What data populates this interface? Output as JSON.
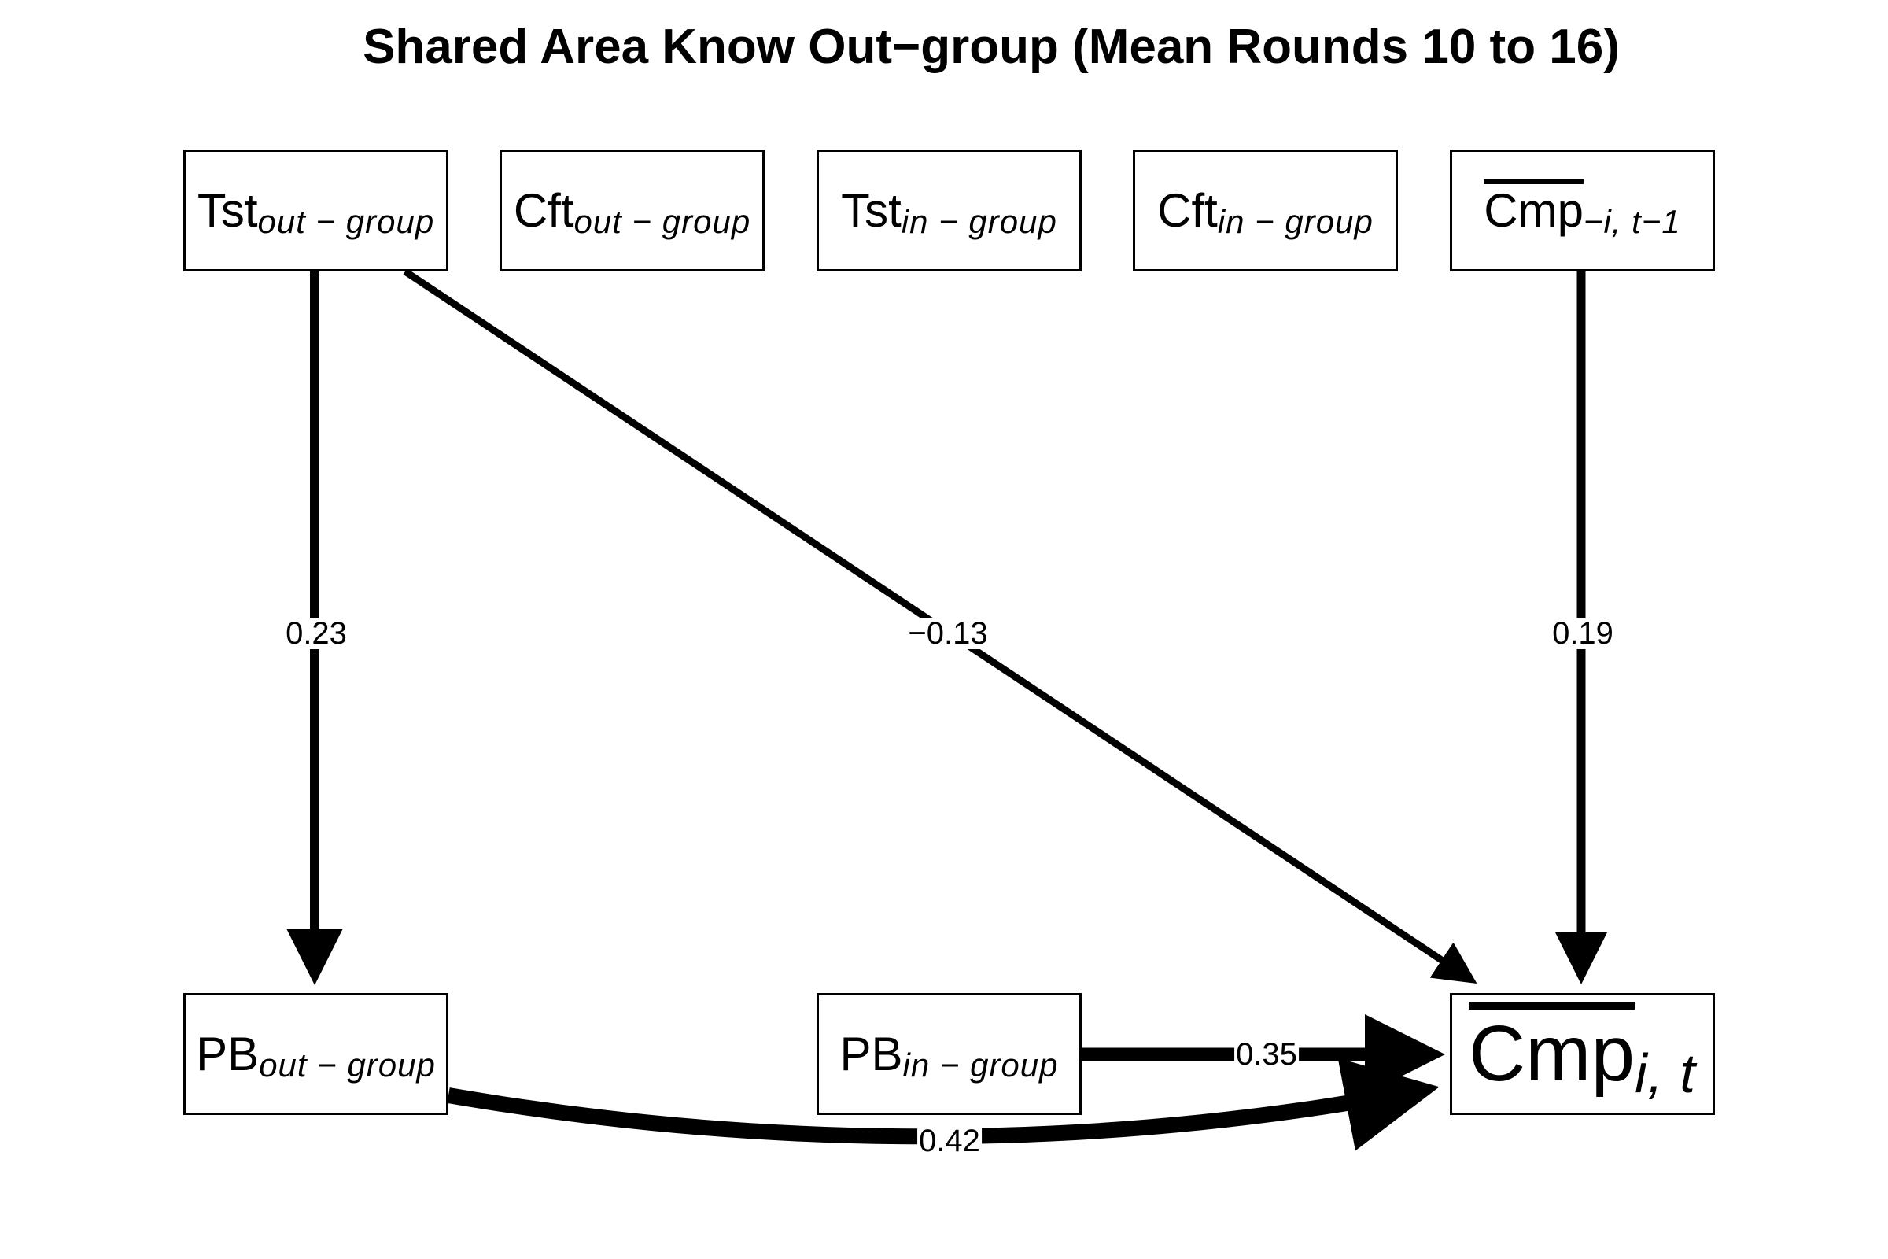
{
  "title": "Shared Area Know Out−group (Mean Rounds 10 to 16)",
  "nodes": {
    "tst_out": {
      "main": "Tst",
      "sub": "out − group"
    },
    "cft_out": {
      "main": "Cft",
      "sub": "out − group"
    },
    "tst_in": {
      "main": "Tst",
      "sub": "in − group"
    },
    "cft_in": {
      "main": "Cft",
      "sub": "in − group"
    },
    "cmp_lag": {
      "main": "Cmp",
      "sub": "−i, t−1"
    },
    "pb_out": {
      "main": "PB",
      "sub": "out − group"
    },
    "pb_in": {
      "main": "PB",
      "sub": "in − group"
    },
    "cmp_it": {
      "main": "Cmp",
      "sub": "i, t"
    }
  },
  "edges": [
    {
      "from": "tst_out",
      "to": "pb_out",
      "label": "0.23"
    },
    {
      "from": "tst_out",
      "to": "cmp_it",
      "label": "−0.13"
    },
    {
      "from": "cmp_lag",
      "to": "cmp_it",
      "label": "0.19"
    },
    {
      "from": "pb_in",
      "to": "cmp_it",
      "label": "0.35"
    },
    {
      "from": "pb_out",
      "to": "cmp_it",
      "label": "0.42"
    }
  ]
}
